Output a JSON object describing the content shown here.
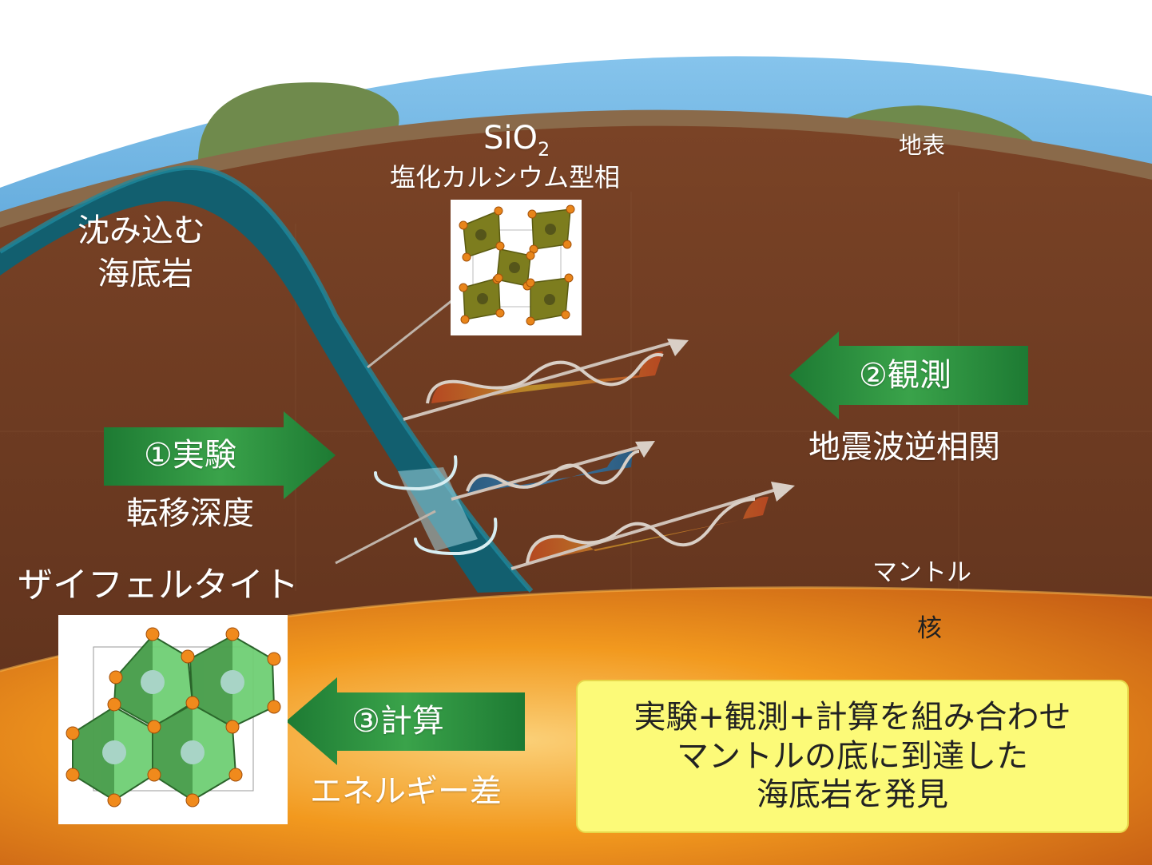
{
  "labels": {
    "surface": "地表",
    "slab": [
      "沈み込む",
      "海底岩"
    ],
    "sio2_formula": "SiO",
    "sio2_sub": "2",
    "sio2_phase": "塩化カルシウム型相",
    "experiment": "①実験",
    "experiment_sub": "転移深度",
    "observation": "②観測",
    "observation_sub": "地震波逆相関",
    "calculation": "③計算",
    "calculation_sub": "エネルギー差",
    "zeifelite": "ザイフェルタイト",
    "mantle": "マントル",
    "core": "核"
  },
  "summary": [
    "実験+観測+計算を組み合わせ",
    "マントルの底に到達した",
    "海底岩を発見"
  ],
  "colors": {
    "sky": "#74b6e3",
    "land": "#6f8a4c",
    "mantle": "#6b3a21",
    "slab": "#13697a",
    "core": "#e8801e",
    "arrow_green": "#2a8a3a",
    "summary_bg": "#fcfa78"
  },
  "icons": {
    "experiment": "arrow-right",
    "observation": "arrow-left",
    "calculation": "arrow-left",
    "seismic_wave": "wavy-arrow"
  }
}
